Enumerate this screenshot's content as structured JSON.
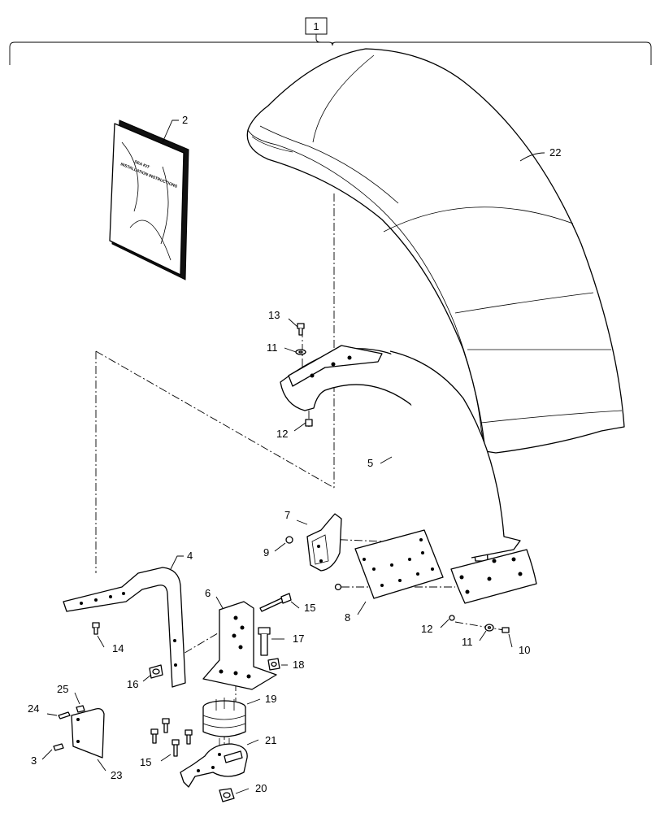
{
  "kit_number": "1",
  "manual": {
    "cover_lines": [
      "SEA KIT",
      "INSTALLATION INSTRUCTIONS"
    ]
  },
  "callouts": {
    "c2": "2",
    "c22": "22",
    "c13": "13",
    "c11a": "11",
    "c12a": "12",
    "c5": "5",
    "c7": "7",
    "c9": "9",
    "c8": "8",
    "c12b": "12",
    "c11b": "11",
    "c10": "10",
    "c4": "4",
    "c14": "14",
    "c6": "6",
    "c15a": "15",
    "c17": "17",
    "c16": "16",
    "c18": "18",
    "c19": "19",
    "c25": "25",
    "c24": "24",
    "c3": "3",
    "c23": "23",
    "c15b": "15",
    "c21": "21",
    "c20": "20"
  }
}
